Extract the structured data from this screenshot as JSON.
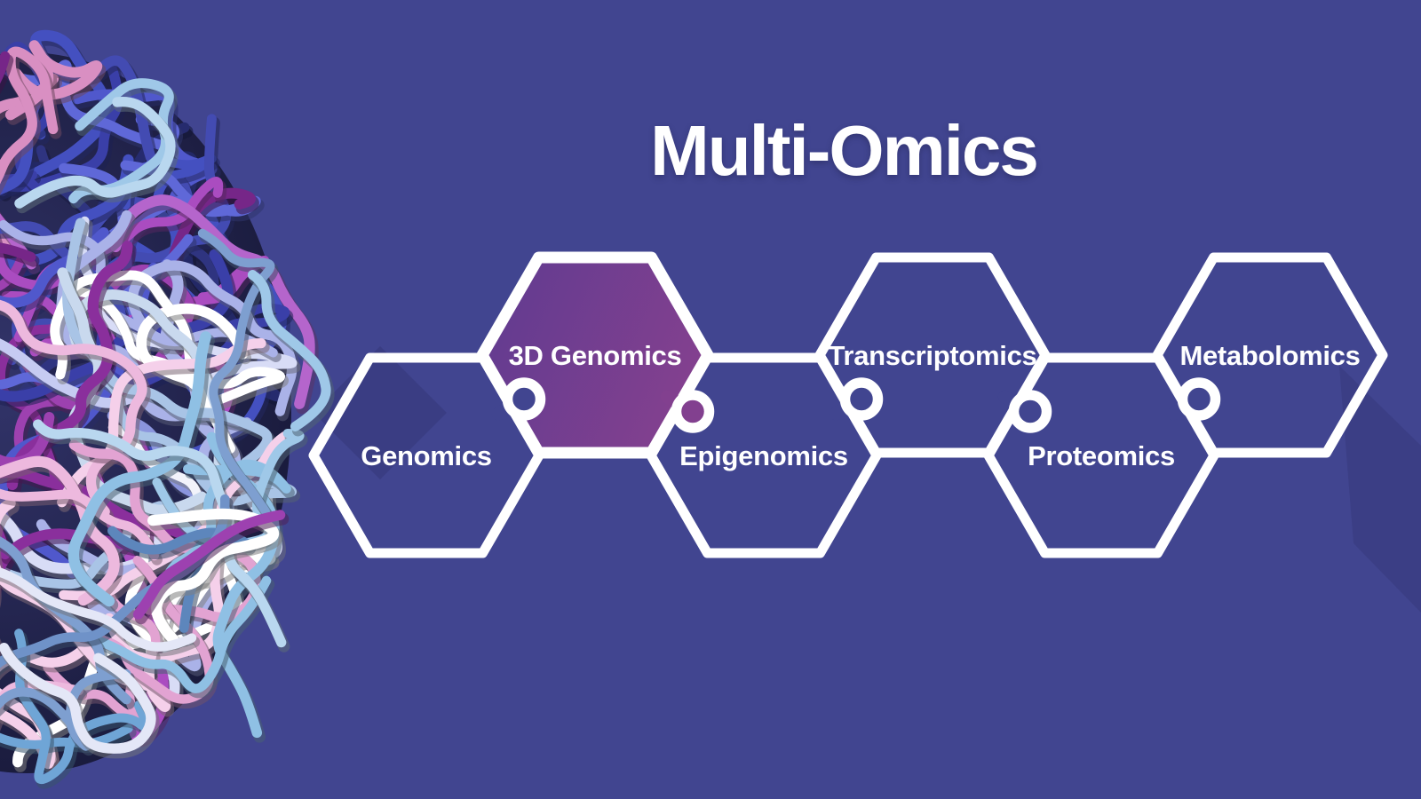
{
  "title": "Multi-Omics",
  "puzzle": {
    "pieces": [
      {
        "label": "Genomics",
        "row": "lower",
        "highlighted": false
      },
      {
        "label": "3D Genomics",
        "row": "upper",
        "highlighted": true
      },
      {
        "label": "Epigenomics",
        "row": "lower",
        "highlighted": false
      },
      {
        "label": "Transcriptomics",
        "row": "upper",
        "highlighted": false
      },
      {
        "label": "Proteomics",
        "row": "lower",
        "highlighted": false
      },
      {
        "label": "Metabolomics",
        "row": "upper",
        "highlighted": false
      }
    ]
  },
  "colors": {
    "background": "#414590",
    "piece_outline": "#ffffff",
    "label_text": "#ffffff",
    "highlight_fill_start": "#5f3b90",
    "highlight_fill_end": "#82408f"
  },
  "illustration": {
    "name": "chromatin-fiber-ball",
    "palette": {
      "navy": [
        "#262b6e",
        "#2f3480",
        "#232866"
      ],
      "royal": [
        "#4450c0",
        "#5058cc",
        "#3a3fa8",
        "#5f68d8",
        "#434bb2"
      ],
      "magenta": [
        "#9d41b0",
        "#8a2f9c",
        "#aa4cc0",
        "#762688",
        "#b565cc"
      ],
      "periwinkle": [
        "#aab2e8",
        "#c6cbf2",
        "#8b95dd",
        "#d8dcf6"
      ],
      "white": [
        "#f2f3fb",
        "#ffffff",
        "#e4e7f7"
      ],
      "sky": [
        "#8fc0e4",
        "#6fa5d6",
        "#b9d7ef",
        "#9fc8e8"
      ],
      "steel": [
        "#5d86bc",
        "#7e9fd0",
        "#6f92c8"
      ],
      "pink": [
        "#edb9de",
        "#e2a3d2",
        "#f5d0ea",
        "#d98fc2"
      ],
      "powder": [
        "#c9d9ee",
        "#a9c4e6"
      ]
    }
  }
}
